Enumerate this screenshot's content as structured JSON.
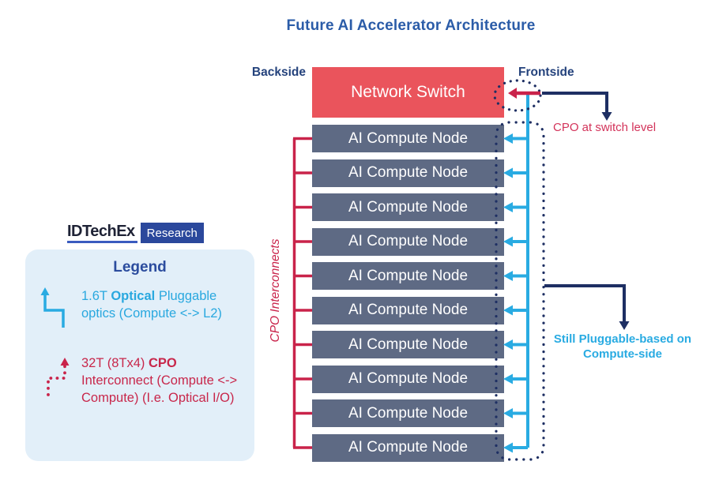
{
  "title": "Future AI Accelerator Architecture",
  "diagram": {
    "backside_label": "Backside",
    "frontside_label": "Frontside",
    "switch_label": "Network Switch",
    "node_label": "AI Compute Node",
    "node_count": 10,
    "cpo_interconnects_label": "CPO Interconnects",
    "annotation_switch": "CPO at switch level",
    "annotation_compute": "Still Pluggable-based on Compute-side"
  },
  "logo": {
    "name": "IDTechEx",
    "sub": "Research"
  },
  "legend": {
    "title": "Legend",
    "entries": [
      {
        "id": "pluggable-optics",
        "prefix": "1.6T ",
        "bold": "Optical",
        "rest": " Pluggable optics (Compute <-> L2)"
      },
      {
        "id": "cpo-interconnect",
        "prefix": "32T (8Tx4) ",
        "bold": "CPO",
        "rest": " Interconnect (Compute <-> Compute) (I.e. Optical I/O)"
      }
    ]
  },
  "colors": {
    "title_blue": "#2B5CA8",
    "navy": "#1E2F63",
    "label_navy": "#24427C",
    "switch_red": "#EA545C",
    "node_gray": "#5E6A84",
    "crimson": "#C9234A",
    "cyan": "#29ABE2",
    "legend_bg": "#E2EFF9",
    "legend_blue": "#2B4C9E",
    "logo_blue": "#2B489C"
  }
}
